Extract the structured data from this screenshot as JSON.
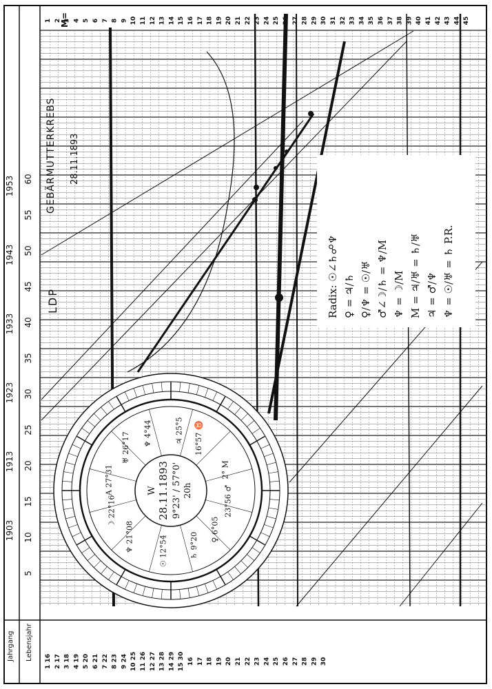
{
  "header": {
    "jahrgang_label": "Jahrgang",
    "lebensjahr_label": "Lebensjahr",
    "years": [
      "1903",
      "1913",
      "1923",
      "1933",
      "1943",
      "1953"
    ],
    "ages": [
      "5",
      "10",
      "15",
      "20",
      "25",
      "30",
      "35",
      "40",
      "45",
      "50",
      "55",
      "60"
    ],
    "m_label": "M="
  },
  "chart_notes": {
    "ldp": "LDP",
    "title": "GEBÄRMUTTERKREBS",
    "birth_date": "28.11.1893"
  },
  "formula_box": {
    "lines": [
      "Radix: ☉∠♄☍♆",
      "♀ = ♃/♄",
      "♀/♆ = ☉/♅",
      "♂∠☽/♄ = ♆/M",
      "♆ = ☽/M",
      "M = ♃/♅ = ♄/♅",
      "♃ = ♂/♆",
      "♆ = ☉/♅ = ♄ P.R."
    ]
  },
  "wheel": {
    "center_date": "28.11.1893",
    "center_time": "9°23' / 57°0'",
    "center_hour": "20h",
    "center_w": "W",
    "labels": [
      "16°57 ♉",
      "2° M",
      "23°56 ♂",
      "♀ 6°05",
      "♄ 9°20",
      "☉ 12°54",
      "♆ 21°08",
      "☽ 22°16",
      "A 27°31",
      "♅ 26°17",
      "♆ 4°44",
      "♃ 25°5"
    ]
  },
  "right_scale": {
    "top_numbers": [
      "1",
      "2",
      "3",
      "4",
      "5",
      "6",
      "7",
      "8",
      "9",
      "10",
      "11",
      "12",
      "13",
      "14",
      "15",
      "16",
      "17",
      "18",
      "19",
      "20",
      "21",
      "22",
      "23",
      "24",
      "25",
      "26",
      "27",
      "28",
      "29",
      "30",
      "31",
      "32",
      "33",
      "34",
      "35",
      "36",
      "37",
      "38",
      "39",
      "40",
      "41",
      "42",
      "43",
      "44",
      "45"
    ]
  },
  "left_column": {
    "numbers": [
      "1 16",
      "2 17",
      "3 18",
      "4 19",
      "5 20",
      "6 21",
      "7 22",
      "8 23",
      "9 24",
      "10 25",
      "11 26",
      "12 27",
      "13 28",
      "14 29",
      "15 30",
      "16",
      "17",
      "18",
      "19",
      "20",
      "21",
      "22",
      "23",
      "24",
      "25",
      "26",
      "27",
      "28",
      "29",
      "30"
    ]
  },
  "colors": {
    "ink": "#111111",
    "paper": "#ffffff",
    "grid": "#555555"
  }
}
